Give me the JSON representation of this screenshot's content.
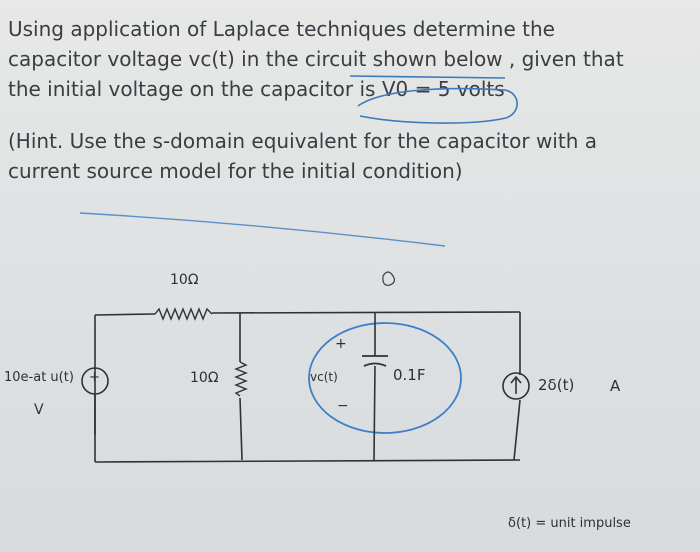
{
  "problem": {
    "line1": "Using application of Laplace techniques determine the",
    "line2": "capacitor voltage vc(t) in the circuit shown below , given that",
    "line3": "the initial voltage on the capacitor is V0 = 5 volts",
    "hint1": "(Hint. Use the s-domain equivalent for the capacitor with a",
    "hint2": "current source model for the initial condition)"
  },
  "circuit": {
    "series_resistor": "10Ω",
    "source_value": "10e-at u(t)",
    "source_unit": "V",
    "source_polarity": "+",
    "shunt_resistor": "10Ω",
    "cap_voltage_label": "vc(t)",
    "cap_plus": "+",
    "cap_minus": "−",
    "capacitor": "0.1F",
    "current_source": "2δ(t)",
    "current_unit": "A",
    "footnote": "δ(t) = unit impulse"
  }
}
